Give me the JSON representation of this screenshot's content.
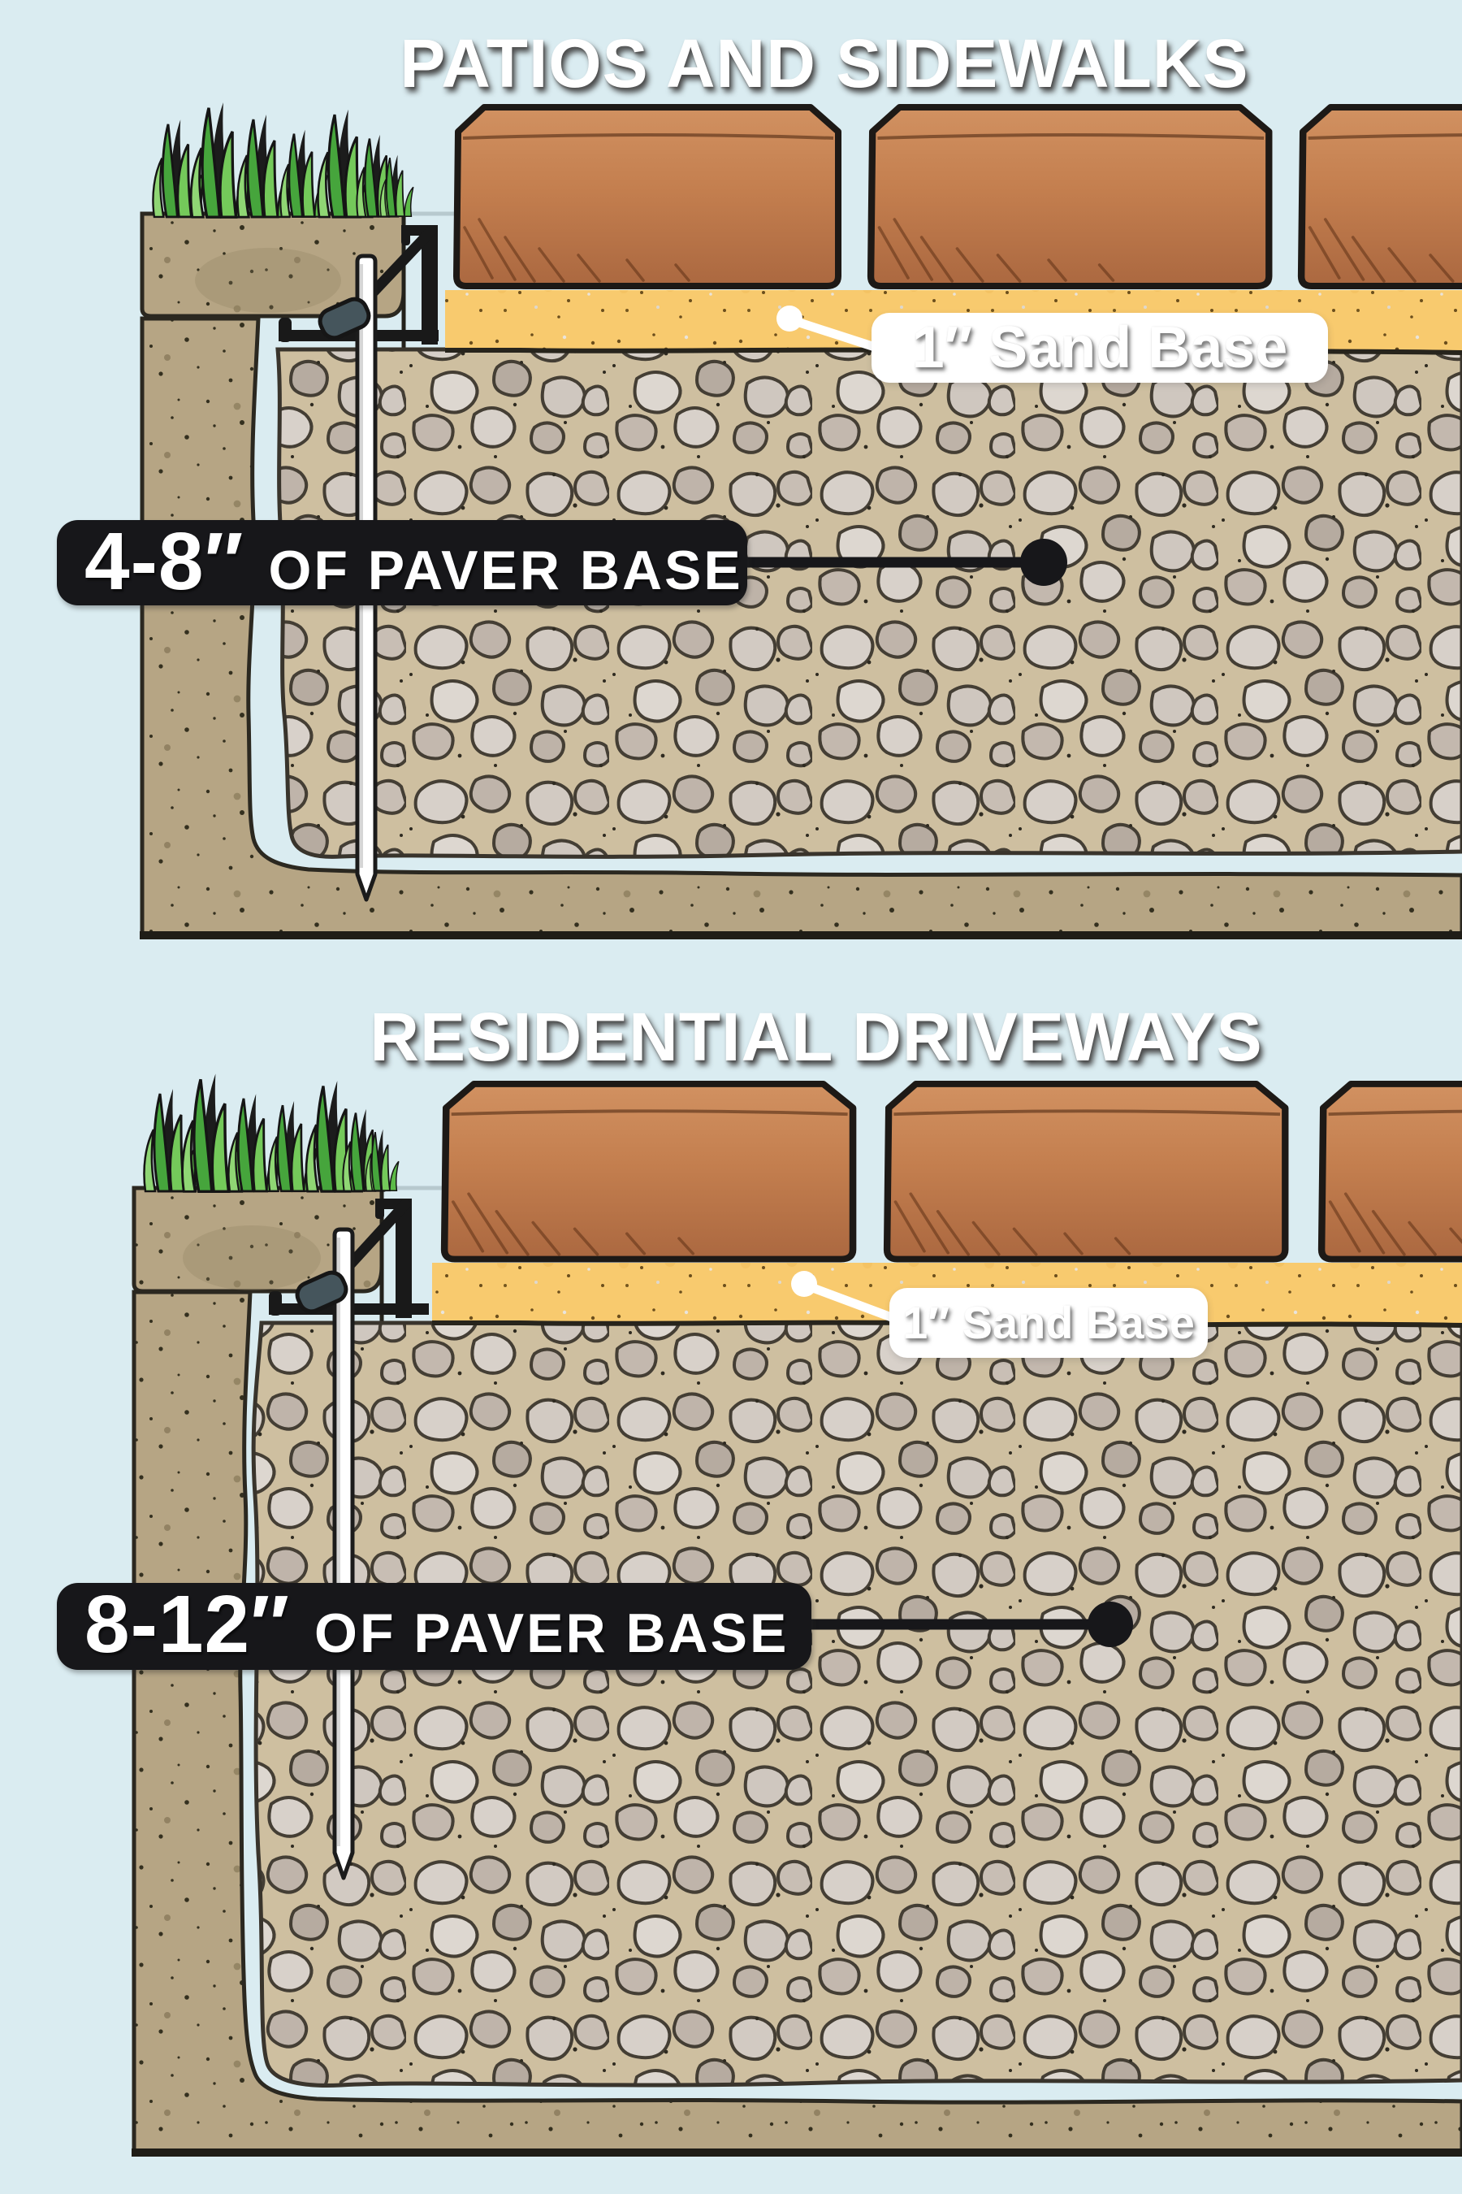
{
  "illustration": {
    "background_color": "#daecf1",
    "sections": [
      {
        "title": "PATIOS AND SIDEWALKS",
        "sand_label": "1″ Sand Base",
        "paver_base_measurement": "4-8″",
        "paver_base_label": "OF PAVER BASE"
      },
      {
        "title": "RESIDENTIAL DRIVEWAYS",
        "sand_label": "1″ Sand Base",
        "paver_base_measurement": "8-12″",
        "paver_base_label": "OF PAVER BASE"
      }
    ],
    "colors": {
      "paver_brick": "#c47f4f",
      "sand": "#f8ca6e",
      "gravel_fines": "#cebfa0",
      "stone": "#cfc7bf",
      "soil": "#b6a584",
      "grass": "#46a53c",
      "callout_black": "#17171a",
      "callout_white": "#ffffff",
      "label_text": "#ffffff"
    }
  }
}
